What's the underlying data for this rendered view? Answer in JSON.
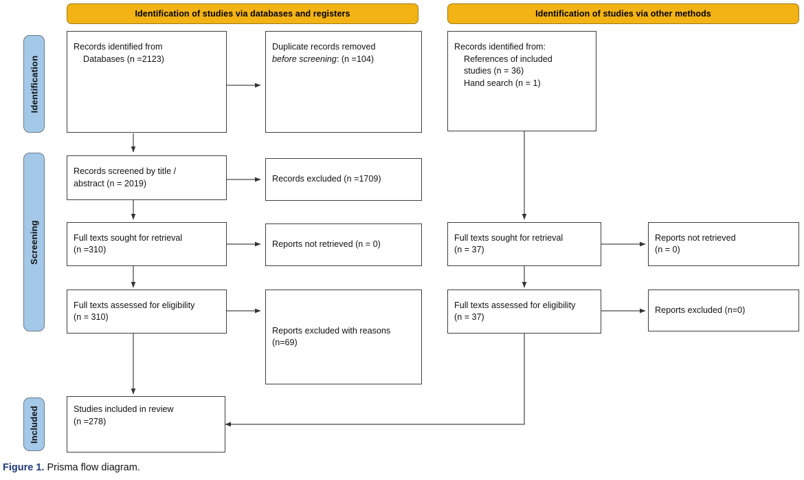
{
  "figure": {
    "label": "Figure 1.",
    "caption": "Prisma flow diagram."
  },
  "banners": {
    "left": "Identification of studies via databases and registers",
    "right": "Identification of studies via other methods"
  },
  "phases": [
    {
      "name": "identification",
      "label": "Identification"
    },
    {
      "name": "screening",
      "label": "Screening"
    },
    {
      "name": "included",
      "label": "Included"
    }
  ],
  "colors": {
    "banner_fill": "#F4B315",
    "phase_tab_fill": "#A3C8E8",
    "box_border": "#3d3d3d",
    "connector": "#555555",
    "caption_accent": "#1F3A7A"
  },
  "boxes": {
    "records_identified": {
      "line1": "Records identified from",
      "line2": "    Databases (n =2123)"
    },
    "duplicates_removed": {
      "line1": "Duplicate records removed",
      "line2_italic": "before screening",
      "line2_rest": ": (n =104)"
    },
    "records_identified_other": {
      "line1": "Records identified from:",
      "line2": "    References of included",
      "line3": "    studies (n = 36)",
      "line4": "    Hand search (n = 1)"
    },
    "records_screened": {
      "line1": "Records screened by title /",
      "line2": "abstract (n = 2019)"
    },
    "records_excluded": {
      "line1": "Records excluded (n =1709)"
    },
    "full_texts_sought_left": {
      "line1": "Full texts sought for retrieval",
      "line2": "(n =310)"
    },
    "reports_not_retrieved_left": {
      "line1": "Reports not retrieved (n = 0)"
    },
    "full_texts_assessed_left": {
      "line1": "Full texts assessed for eligibility",
      "line2": "(n = 310)"
    },
    "reports_excluded_reasons": {
      "line1": "Reports excluded with reasons",
      "line2": "(n=69)"
    },
    "full_texts_sought_right": {
      "line1": "Full texts sought for retrieval",
      "line2": "(n = 37)"
    },
    "reports_not_retrieved_right": {
      "line1": "Reports not retrieved",
      "line2": "(n = 0)"
    },
    "full_texts_assessed_right": {
      "line1": "Full texts assessed for eligibility",
      "line2": "(n = 37)"
    },
    "reports_excluded_right": {
      "line1": "Reports excluded (n=0)"
    },
    "studies_included": {
      "line1": "Studies included in review",
      "line2": "(n =278)"
    }
  }
}
